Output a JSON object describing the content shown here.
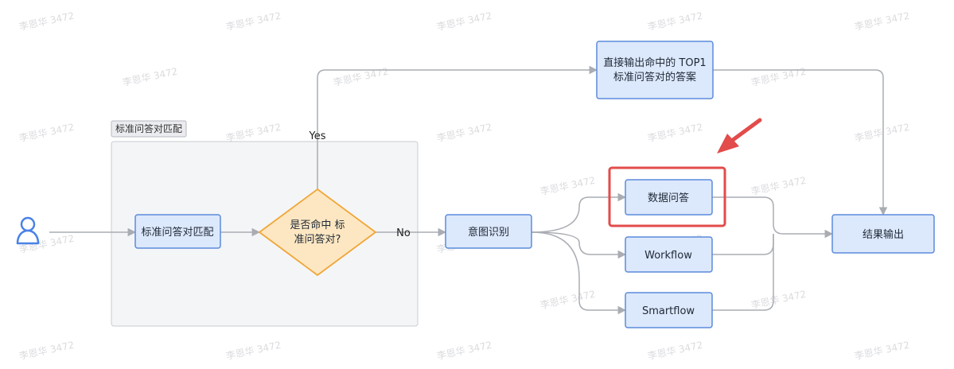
{
  "group": {
    "label": "标准问答对匹配"
  },
  "nodes": {
    "match": "标准问答对匹配",
    "decision_line1": "是否命中 标",
    "decision_line2": "准问答对?",
    "top1_line1": "直接输出命中的 TOP1",
    "top1_line2": "标准问答对的答案",
    "intent": "意图识别",
    "data_qa": "数据问答",
    "workflow": "Workflow",
    "smartflow": "Smartflow",
    "result": "结果输出"
  },
  "edges": {
    "yes": "Yes",
    "no": "No"
  },
  "icons": {
    "user": "user-icon",
    "arrow": "red-pointer-arrow-icon"
  },
  "colors": {
    "box_fill": "#dce8fb",
    "box_stroke": "#5b8bdc",
    "diamond_fill": "#fde7c2",
    "diamond_stroke": "#f0a637",
    "group_fill": "#f4f5f7",
    "group_stroke": "#c9ccd1",
    "line": "#a9adb3",
    "highlight": "#e24c4b",
    "user": "#4a82e6"
  },
  "watermark": "李恩华 3472"
}
